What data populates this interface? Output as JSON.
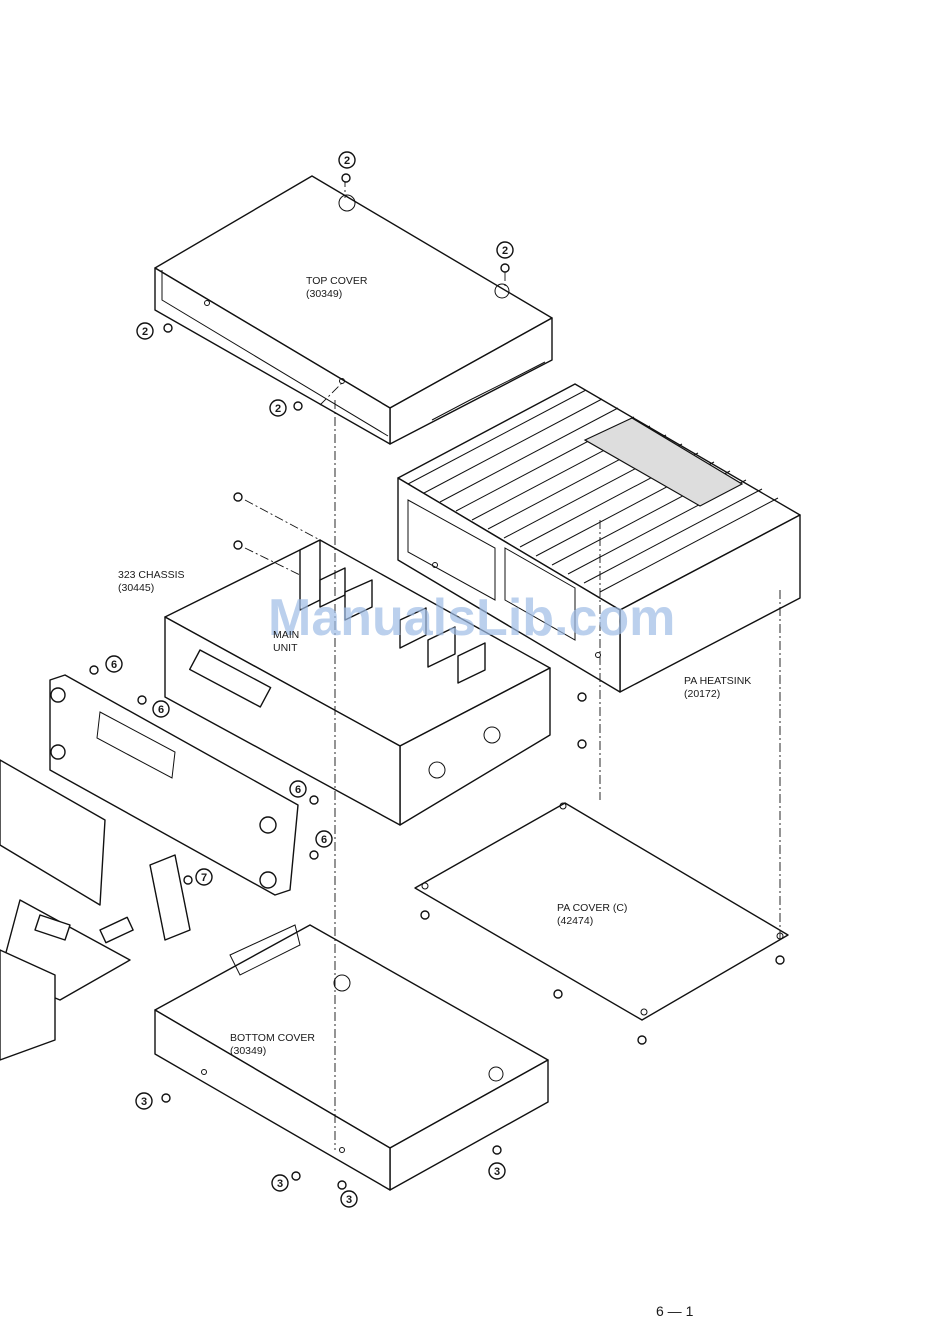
{
  "labels": {
    "top_cover": {
      "name": "TOP COVER",
      "part": "(30349)"
    },
    "chassis": {
      "name": "323 CHASSIS",
      "part": "(30445)"
    },
    "main_unit": {
      "line1": "MAIN",
      "line2": "UNIT"
    },
    "pa_heatsink": {
      "name": "PA HEATSINK",
      "part": "(20172)"
    },
    "pa_cover": {
      "name": "PA COVER (C)",
      "part": "(42474)"
    },
    "bottom_cover": {
      "name": "BOTTOM COVER",
      "part": "(30349)"
    }
  },
  "callouts": {
    "top1": "2",
    "top2": "2",
    "top3": "2",
    "top4": "2",
    "front1": "6",
    "front2": "6",
    "front3": "6",
    "front4": "6",
    "front5": "7",
    "bot1": "3",
    "bot2": "3",
    "bot3": "3",
    "bot4": "3"
  },
  "watermark": "ManualsLib.com",
  "page_number": "6 — 1"
}
